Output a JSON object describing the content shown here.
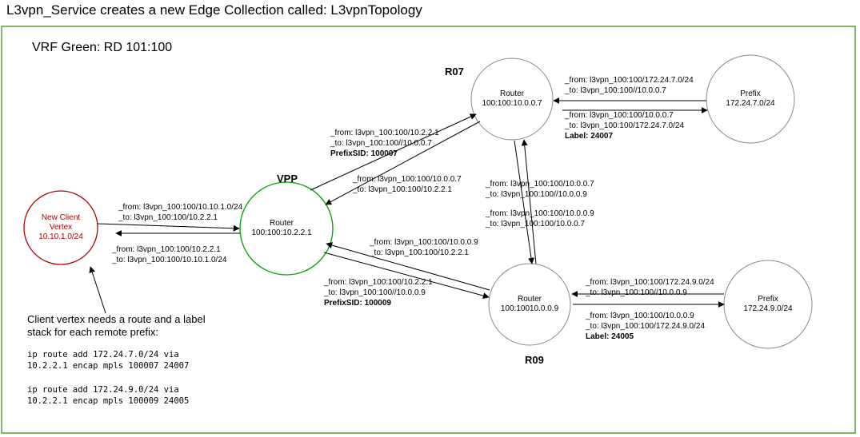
{
  "title": "L3vpn_Service creates a new Edge Collection called: L3vpnTopology",
  "vrf_label": "VRF Green: RD 101:100",
  "colors": {
    "frame": "#82b366",
    "client": "#b20000",
    "vpp": "#00a000",
    "node": "#888888"
  },
  "nodes": {
    "client": {
      "line1": "New Client",
      "line2": "Vertex",
      "line3": "10.10.1.0/24"
    },
    "vpp": {
      "heading": "VPP",
      "line1": "Router",
      "line2": "100:100:10.2.2.1"
    },
    "r07": {
      "heading": "R07",
      "line1": "Router",
      "line2": "100:100:10.0.0.7"
    },
    "r09": {
      "heading": "R09",
      "line1": "Router",
      "line2": "100:10010.0.0.9"
    },
    "prefix7": {
      "line1": "Prefix",
      "line2": "172.24.7.0/24"
    },
    "prefix9": {
      "line1": "Prefix",
      "line2": "172.24.9.0/24"
    }
  },
  "edges": {
    "client_vpp_from": "_from: l3vpn_100:100/10.10.1.0/24",
    "client_vpp_to": "_to: l3vpn_100:100/10.2.2.1",
    "vpp_client_from": "_from: l3vpn_100:100/10.2.2.1",
    "vpp_client_to": "_to: l3vpn_100:100/10.10.1.0/24",
    "vpp_r07_from": "_from: l3vpn_100:100/10.2.2.1",
    "vpp_r07_to": "_to: l3vpn_100:100//10.0.0.7",
    "vpp_r07_sid": "PrefixSID: 100007",
    "r07_vpp_from": "_from: l3vpn_100:100/10.0.0.7",
    "r07_vpp_to": "_to: l3vpn_100:100/10.2.2.1",
    "p7_r07_from": "_from: l3vpn_100:100/172.24.7.0/24",
    "p7_r07_to": "_to: l3vpn_100:100//10.0.0.7",
    "r07_p7_from": "_from: l3vpn_100:100/10.0.0.7",
    "r07_p7_to": "_to: l3vpn_100:100/172.24.7.0/24",
    "r07_p7_label": "Label: 24007",
    "r07_r09_from": "_from: l3vpn_100:100/10.0.0.7",
    "r07_r09_to": "_to: l3vpn_100:100//10.0.0.9",
    "r09_r07_from": "_from: l3vpn_100:100/10.0.0.9",
    "r09_r07_to": "_to: l3vpn_100:100/10.0.0.7",
    "r09_vpp_from": "_from: l3vpn_100:100/10.0.0.9",
    "r09_vpp_to": "_to: l3vpn_100:100/10.2.2.1",
    "vpp_r09_from": "_from: l3vpn_100:100/10.2.2.1",
    "vpp_r09_to": "_to: l3vpn_100:100//10.0.0.9",
    "vpp_r09_sid": "PrefixSID: 100009",
    "p9_r09_from": "_from: l3vpn_100:100/172.24.9.0/24",
    "p9_r09_to": "_to: l3vpn_100:100//10.0.0.9",
    "r09_p9_from": "_from: l3vpn_100:100/10.0.0.9",
    "r09_p9_to": "_to: l3vpn_100:100/172.24.9.0/24",
    "r09_p9_label": "Label: 24005"
  },
  "note": {
    "line1": "Client vertex needs a route and a label",
    "line2": "stack for each remote prefix:",
    "code1a": "ip route add 172.24.7.0/24 via",
    "code1b": "10.2.2.1 encap mpls 100007 24007",
    "code2a": "ip route add 172.24.9.0/24 via",
    "code2b": "10.2.2.1 encap mpls 100009 24005"
  }
}
